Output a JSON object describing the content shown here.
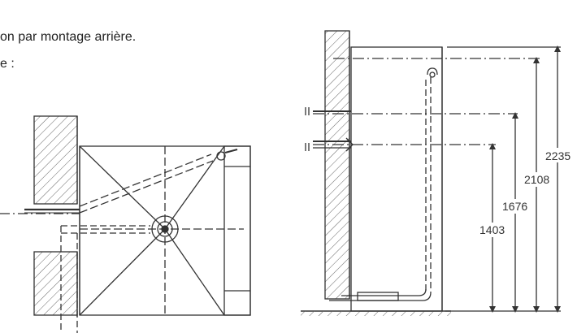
{
  "caption": {
    "line1": "on par montage arrière.",
    "line2": "e :"
  },
  "dimensions": {
    "d2235": "2235",
    "d2108": "2108",
    "d1676": "1676",
    "d1403": "1403"
  },
  "colors": {
    "line": "#333333",
    "hatch": "#555555"
  }
}
